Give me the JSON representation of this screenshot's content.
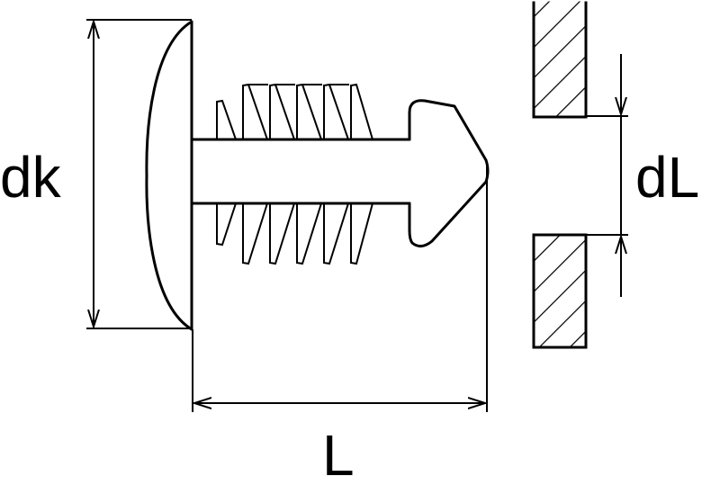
{
  "labels": {
    "head_diameter": "dk",
    "hole_diameter": "dL",
    "length": "L"
  },
  "colors": {
    "line": "#000000",
    "background": "#ffffff"
  }
}
